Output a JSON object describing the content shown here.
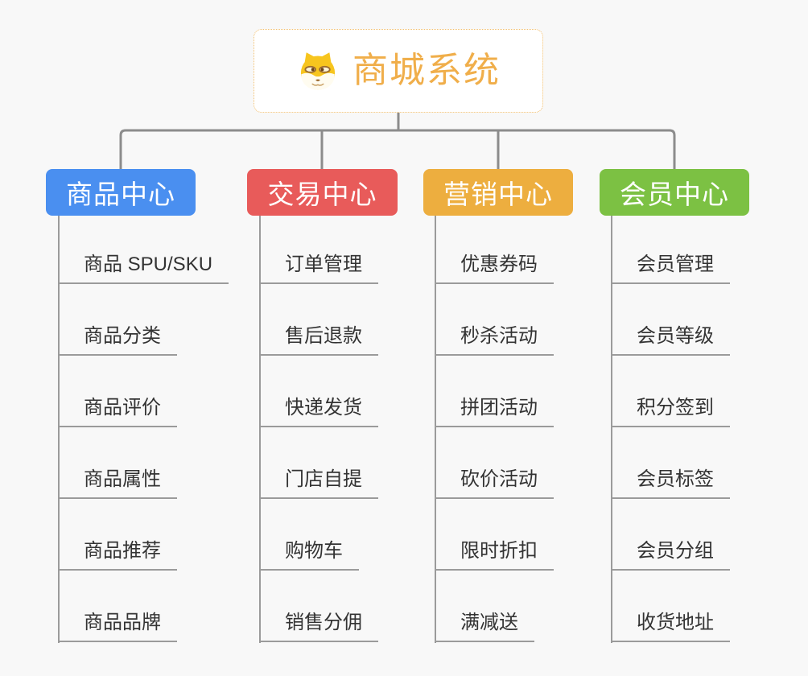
{
  "root": {
    "title": "商城系统",
    "icon": "doge-icon"
  },
  "branches": [
    {
      "label": "商品中心",
      "color": "#4A8FF0",
      "children": [
        "商品 SPU/SKU",
        "商品分类",
        "商品评价",
        "商品属性",
        "商品推荐",
        "商品品牌"
      ]
    },
    {
      "label": "交易中心",
      "color": "#E85B5A",
      "children": [
        "订单管理",
        "售后退款",
        "快递发货",
        "门店自提",
        "购物车",
        "销售分佣"
      ]
    },
    {
      "label": "营销中心",
      "color": "#EDAE3F",
      "children": [
        "优惠券码",
        "秒杀活动",
        "拼团活动",
        "砍价活动",
        "限时折扣",
        "满减送"
      ]
    },
    {
      "label": "会员中心",
      "color": "#7CC143",
      "children": [
        "会员管理",
        "会员等级",
        "积分签到",
        "会员标签",
        "会员分组",
        "收货地址"
      ]
    }
  ],
  "colors": {
    "page-bg": "#F8F8F8",
    "root-text": "#F0AE4A",
    "root-border": "#F2BE6B",
    "connector": "#8C8C8C",
    "leaf-line": "#9B9B9B",
    "leaf-text": "#333333"
  }
}
